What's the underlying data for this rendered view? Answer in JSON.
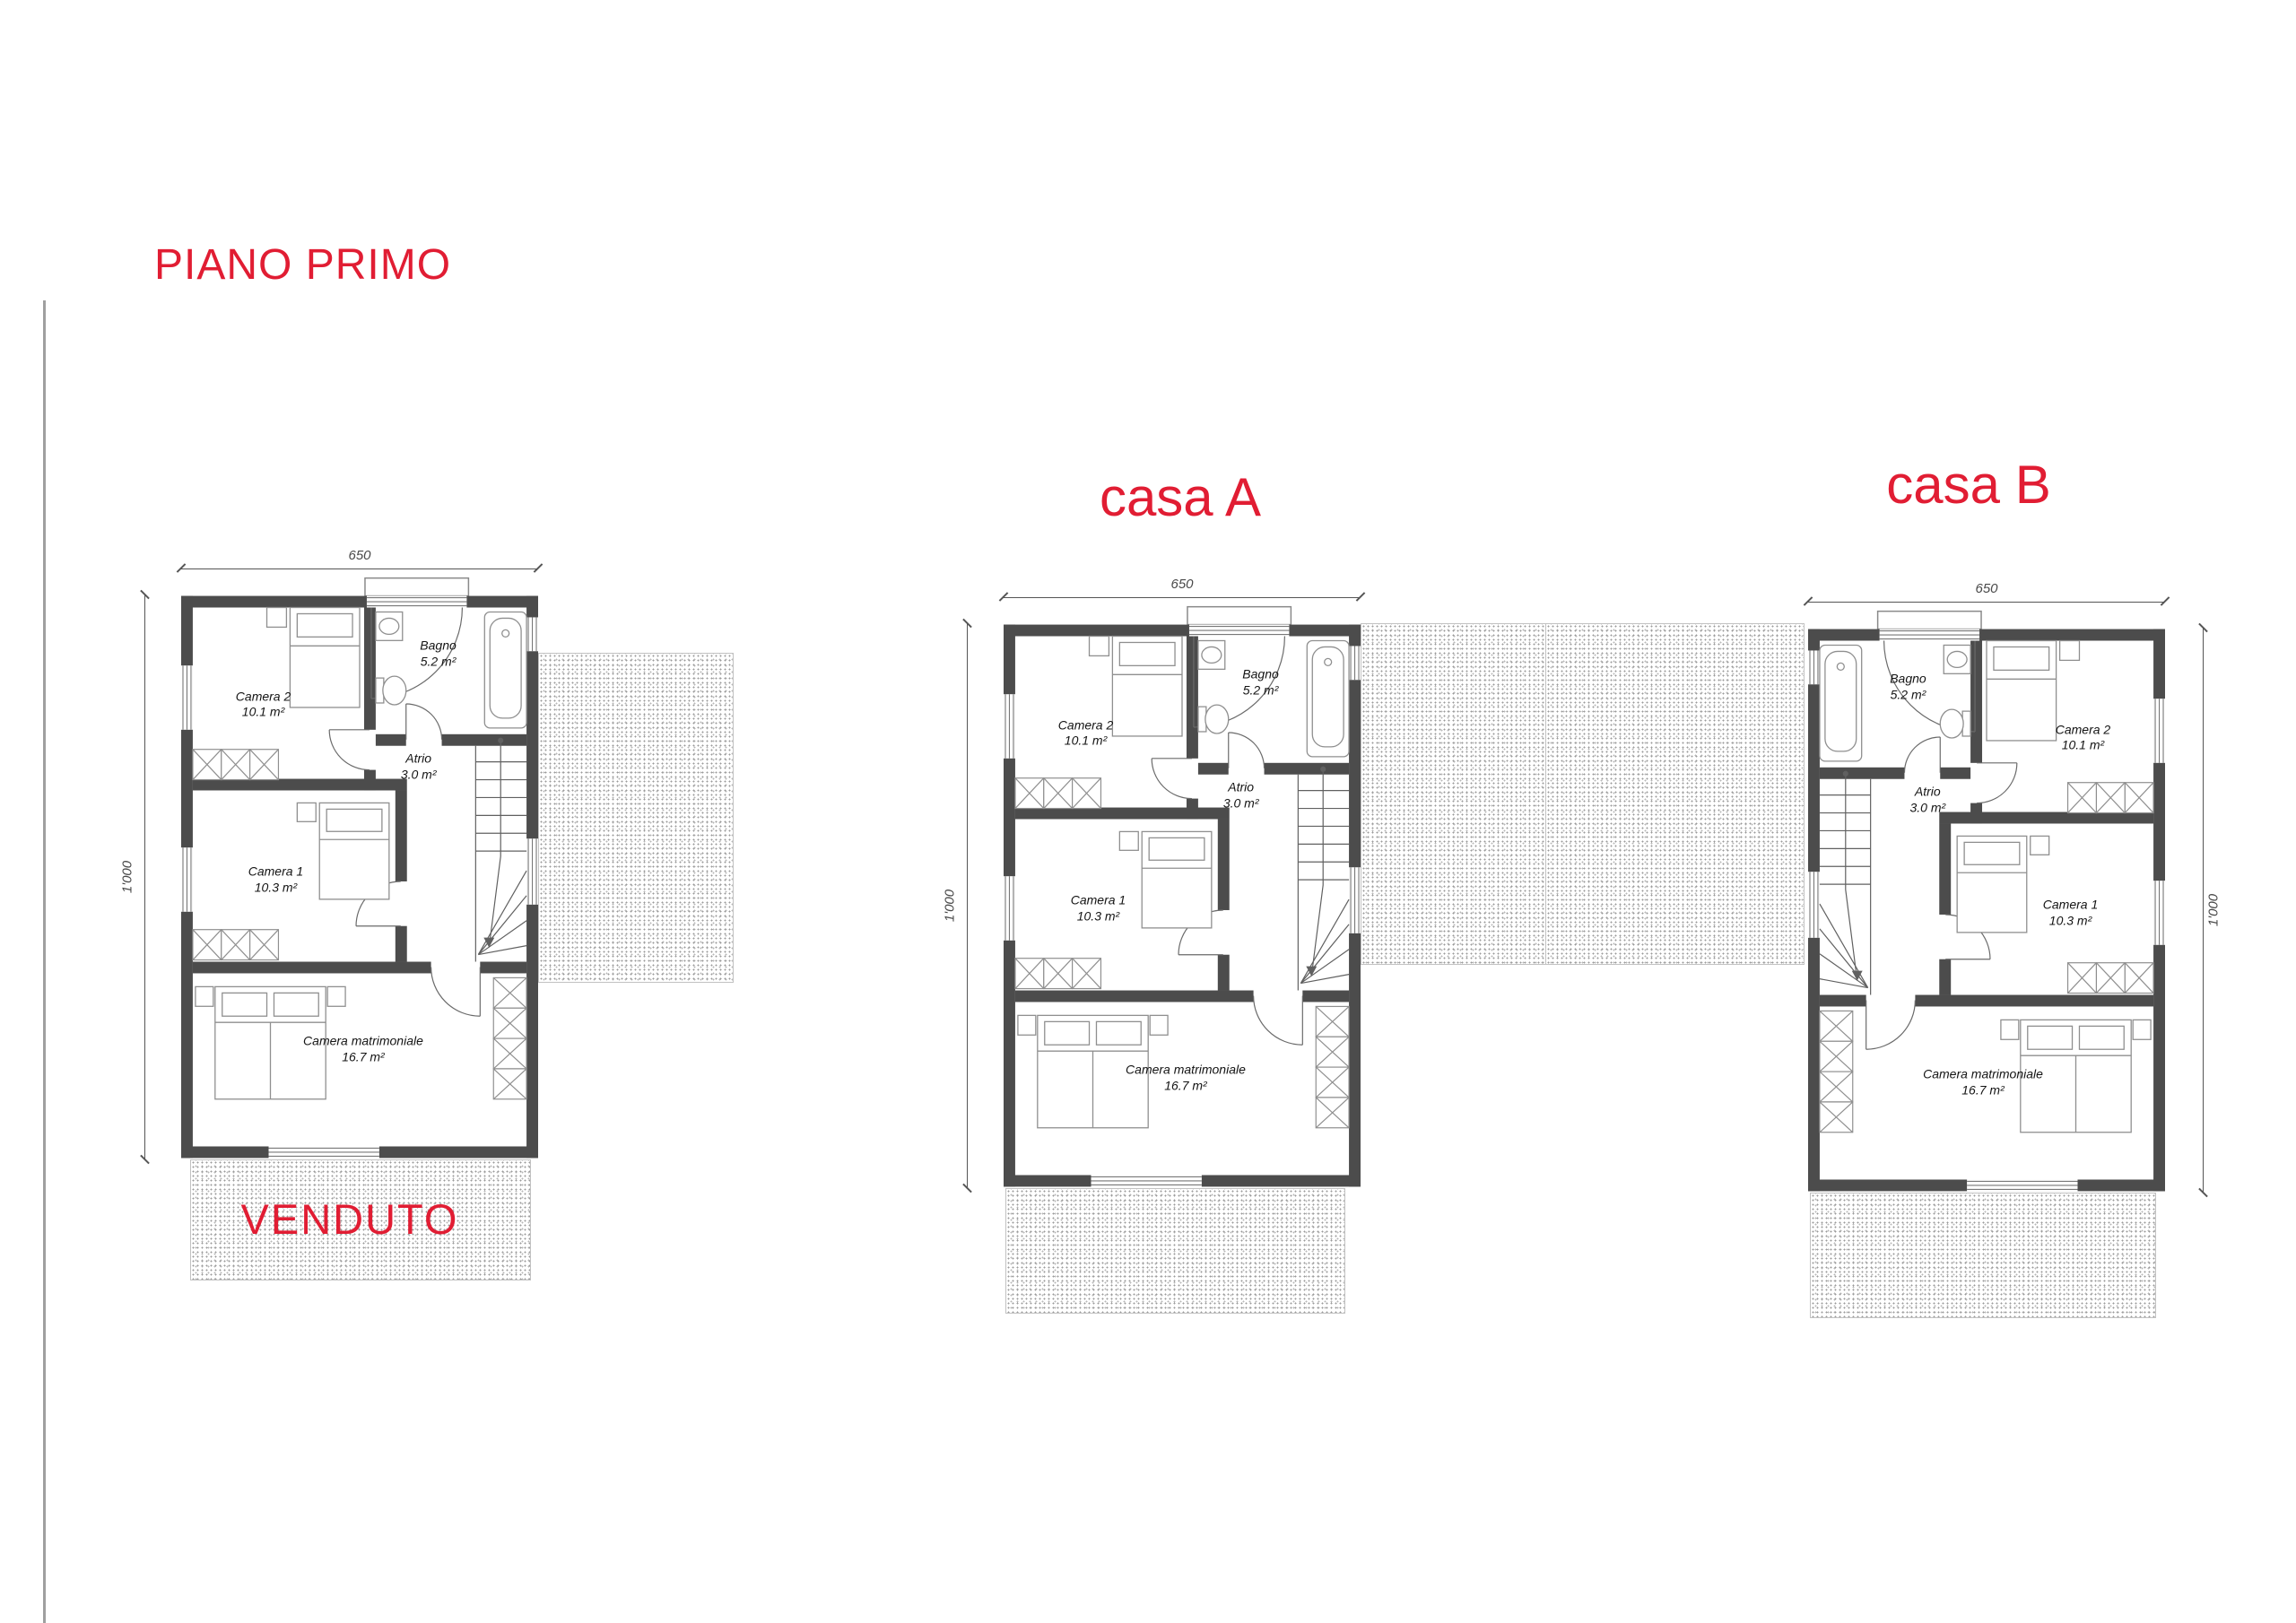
{
  "page": {
    "title": "PIANO PRIMO",
    "background": "#ffffff",
    "accent_red": "#e11d33",
    "wall_color": "#4c4c4c"
  },
  "plans": [
    {
      "id": "venduto",
      "caption": "VENDUTO",
      "dims": {
        "width": "650",
        "height": "1'000"
      },
      "rooms": [
        {
          "name": "Camera 2",
          "area": "10.1 m²"
        },
        {
          "name": "Bagno",
          "area": "5.2 m²"
        },
        {
          "name": "Atrio",
          "area": "3.0 m²"
        },
        {
          "name": "Camera 1",
          "area": "10.3 m²"
        },
        {
          "name": "Camera matrimoniale",
          "area": "16.7 m²"
        }
      ]
    },
    {
      "id": "casa-a",
      "caption": "casa A",
      "dims": {
        "width": "650",
        "height": "1'000"
      },
      "rooms": [
        {
          "name": "Camera 2",
          "area": "10.1 m²"
        },
        {
          "name": "Bagno",
          "area": "5.2 m²"
        },
        {
          "name": "Atrio",
          "area": "3.0 m²"
        },
        {
          "name": "Camera 1",
          "area": "10.3 m²"
        },
        {
          "name": "Camera matrimoniale",
          "area": "16.7 m²"
        }
      ]
    },
    {
      "id": "casa-b",
      "caption": "casa B",
      "dims": {
        "width": "650",
        "height": "1'000"
      },
      "rooms": [
        {
          "name": "Camera 2",
          "area": "10.1 m²"
        },
        {
          "name": "Bagno",
          "area": "5.2 m²"
        },
        {
          "name": "Atrio",
          "area": "3.0 m²"
        },
        {
          "name": "Camera 1",
          "area": "10.3 m²"
        },
        {
          "name": "Camera matrimoniale",
          "area": "16.7 m²"
        }
      ]
    }
  ]
}
